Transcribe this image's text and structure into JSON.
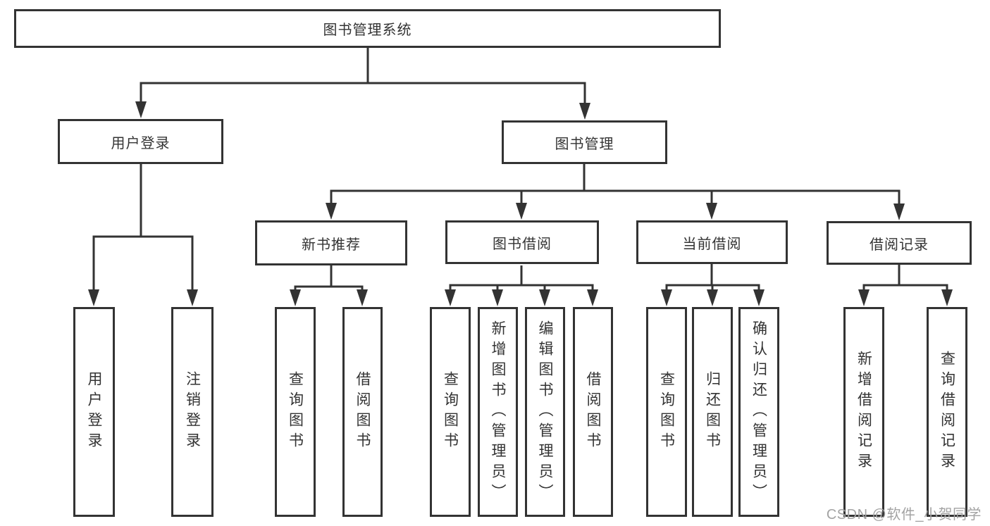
{
  "diagram": {
    "root": {
      "label": "图书管理系统"
    },
    "branches": [
      {
        "label": "用户登录"
      },
      {
        "label": "图书管理"
      }
    ],
    "modules": [
      {
        "label": "新书推荐"
      },
      {
        "label": "图书借阅"
      },
      {
        "label": "当前借阅"
      },
      {
        "label": "借阅记录"
      }
    ],
    "leaves": [
      {
        "label": "用户登录"
      },
      {
        "label": "注销登录"
      },
      {
        "label": "查询图书"
      },
      {
        "label": "借阅图书"
      },
      {
        "label": "查询图书"
      },
      {
        "label": "新增图书（管理员）"
      },
      {
        "label": "编辑图书（管理员）"
      },
      {
        "label": "借阅图书"
      },
      {
        "label": "查询图书"
      },
      {
        "label": "归还图书"
      },
      {
        "label": "确认归还（管理员）"
      },
      {
        "label": "新增借阅记录"
      },
      {
        "label": "查询借阅记录"
      }
    ]
  },
  "watermark": {
    "text": "CSDN @软件_小贺同学"
  },
  "colors": {
    "line": "#333333",
    "text": "#333333",
    "watermark": "#a3a3a3",
    "background": "#ffffff"
  }
}
